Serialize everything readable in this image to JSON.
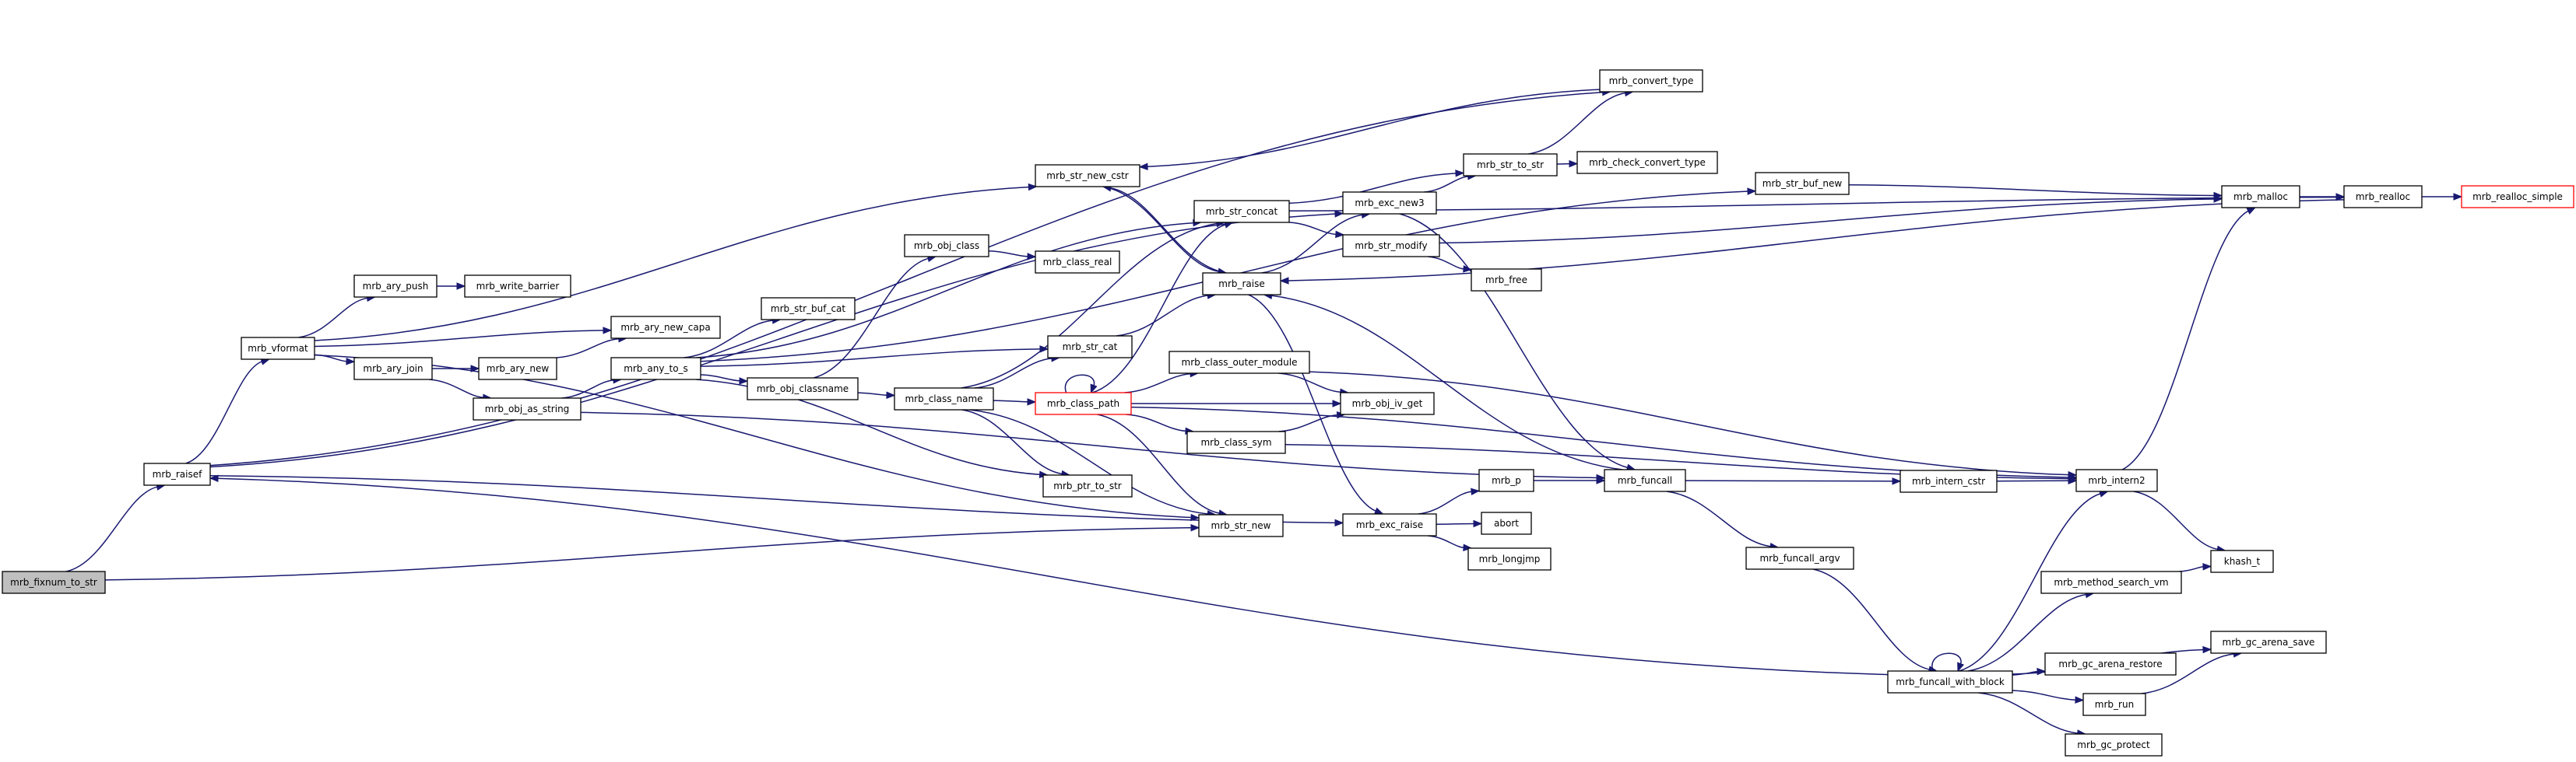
{
  "graph": {
    "kind": "doxygen-call-graph",
    "colors": {
      "edge": "#191970",
      "node_border": "#000000",
      "truncated_border": "#ff0000",
      "root_fill": "#bfbfbf",
      "node_fill": "#ffffff"
    },
    "nodes": [
      {
        "id": "mrb_fixnum_to_str",
        "label": "mrb_fixnum_to_str",
        "root": true
      },
      {
        "id": "mrb_raisef",
        "label": "mrb_raisef"
      },
      {
        "id": "mrb_vformat",
        "label": "mrb_vformat"
      },
      {
        "id": "mrb_ary_push",
        "label": "mrb_ary_push"
      },
      {
        "id": "mrb_write_barrier",
        "label": "mrb_write_barrier"
      },
      {
        "id": "mrb_ary_new_capa",
        "label": "mrb_ary_new_capa"
      },
      {
        "id": "mrb_ary_join",
        "label": "mrb_ary_join"
      },
      {
        "id": "mrb_ary_new",
        "label": "mrb_ary_new"
      },
      {
        "id": "mrb_obj_as_string",
        "label": "mrb_obj_as_string"
      },
      {
        "id": "mrb_any_to_s",
        "label": "mrb_any_to_s"
      },
      {
        "id": "mrb_str_buf_cat",
        "label": "mrb_str_buf_cat"
      },
      {
        "id": "mrb_obj_classname",
        "label": "mrb_obj_classname"
      },
      {
        "id": "mrb_obj_class",
        "label": "mrb_obj_class"
      },
      {
        "id": "mrb_class_real",
        "label": "mrb_class_real"
      },
      {
        "id": "mrb_class_name",
        "label": "mrb_class_name"
      },
      {
        "id": "mrb_str_cat",
        "label": "mrb_str_cat"
      },
      {
        "id": "mrb_ptr_to_str",
        "label": "mrb_ptr_to_str"
      },
      {
        "id": "mrb_str_new",
        "label": "mrb_str_new"
      },
      {
        "id": "mrb_str_new_cstr",
        "label": "mrb_str_new_cstr"
      },
      {
        "id": "mrb_str_concat",
        "label": "mrb_str_concat"
      },
      {
        "id": "mrb_raise",
        "label": "mrb_raise"
      },
      {
        "id": "mrb_class_path",
        "label": "mrb_class_path",
        "truncated": true
      },
      {
        "id": "mrb_class_outer_module",
        "label": "mrb_class_outer_module"
      },
      {
        "id": "mrb_obj_iv_get",
        "label": "mrb_obj_iv_get"
      },
      {
        "id": "mrb_class_sym",
        "label": "mrb_class_sym"
      },
      {
        "id": "mrb_exc_new3",
        "label": "mrb_exc_new3"
      },
      {
        "id": "mrb_str_modify",
        "label": "mrb_str_modify"
      },
      {
        "id": "mrb_free",
        "label": "mrb_free"
      },
      {
        "id": "mrb_convert_type",
        "label": "mrb_convert_type"
      },
      {
        "id": "mrb_str_to_str",
        "label": "mrb_str_to_str"
      },
      {
        "id": "mrb_check_convert_type",
        "label": "mrb_check_convert_type"
      },
      {
        "id": "mrb_str_buf_new",
        "label": "mrb_str_buf_new"
      },
      {
        "id": "mrb_exc_raise",
        "label": "mrb_exc_raise"
      },
      {
        "id": "mrb_p",
        "label": "mrb_p"
      },
      {
        "id": "abort",
        "label": "abort"
      },
      {
        "id": "mrb_longjmp",
        "label": "mrb_longjmp"
      },
      {
        "id": "mrb_funcall",
        "label": "mrb_funcall"
      },
      {
        "id": "mrb_intern_cstr",
        "label": "mrb_intern_cstr"
      },
      {
        "id": "mrb_intern2",
        "label": "mrb_intern2"
      },
      {
        "id": "mrb_funcall_argv",
        "label": "mrb_funcall_argv"
      },
      {
        "id": "mrb_funcall_with_block",
        "label": "mrb_funcall_with_block"
      },
      {
        "id": "mrb_method_search_vm",
        "label": "mrb_method_search_vm"
      },
      {
        "id": "khash_t",
        "label": "khash_t"
      },
      {
        "id": "mrb_gc_arena_save",
        "label": "mrb_gc_arena_save"
      },
      {
        "id": "mrb_gc_arena_restore",
        "label": "mrb_gc_arena_restore"
      },
      {
        "id": "mrb_run",
        "label": "mrb_run"
      },
      {
        "id": "mrb_gc_protect",
        "label": "mrb_gc_protect"
      },
      {
        "id": "mrb_malloc",
        "label": "mrb_malloc"
      },
      {
        "id": "mrb_realloc",
        "label": "mrb_realloc"
      },
      {
        "id": "mrb_realloc_simple",
        "label": "mrb_realloc_simple",
        "truncated": true
      }
    ],
    "edges": [
      [
        "mrb_fixnum_to_str",
        "mrb_raisef"
      ],
      [
        "mrb_fixnum_to_str",
        "mrb_str_new"
      ],
      [
        "mrb_raisef",
        "mrb_vformat"
      ],
      [
        "mrb_raisef",
        "mrb_convert_type"
      ],
      [
        "mrb_raisef",
        "mrb_exc_new3"
      ],
      [
        "mrb_raisef",
        "mrb_exc_raise"
      ],
      [
        "mrb_vformat",
        "mrb_ary_push"
      ],
      [
        "mrb_vformat",
        "mrb_ary_new_capa"
      ],
      [
        "mrb_vformat",
        "mrb_ary_join"
      ],
      [
        "mrb_vformat",
        "mrb_str_new"
      ],
      [
        "mrb_vformat",
        "mrb_str_new_cstr"
      ],
      [
        "mrb_ary_push",
        "mrb_write_barrier"
      ],
      [
        "mrb_ary_join",
        "mrb_ary_new"
      ],
      [
        "mrb_ary_join",
        "mrb_obj_as_string"
      ],
      [
        "mrb_ary_new",
        "mrb_ary_new_capa"
      ],
      [
        "mrb_obj_as_string",
        "mrb_any_to_s"
      ],
      [
        "mrb_obj_as_string",
        "mrb_funcall"
      ],
      [
        "mrb_any_to_s",
        "mrb_str_buf_cat"
      ],
      [
        "mrb_any_to_s",
        "mrb_obj_classname"
      ],
      [
        "mrb_any_to_s",
        "mrb_str_cat"
      ],
      [
        "mrb_any_to_s",
        "mrb_ptr_to_str"
      ],
      [
        "mrb_any_to_s",
        "mrb_str_concat"
      ],
      [
        "mrb_any_to_s",
        "mrb_str_buf_new"
      ],
      [
        "mrb_obj_classname",
        "mrb_obj_class"
      ],
      [
        "mrb_obj_classname",
        "mrb_class_name"
      ],
      [
        "mrb_obj_class",
        "mrb_class_real"
      ],
      [
        "mrb_class_name",
        "mrb_str_cat"
      ],
      [
        "mrb_class_name",
        "mrb_ptr_to_str"
      ],
      [
        "mrb_class_name",
        "mrb_str_new"
      ],
      [
        "mrb_class_name",
        "mrb_class_path"
      ],
      [
        "mrb_class_name",
        "mrb_str_concat"
      ],
      [
        "mrb_str_cat",
        "mrb_raise"
      ],
      [
        "mrb_class_path",
        "mrb_class_path"
      ],
      [
        "mrb_class_path",
        "mrb_class_outer_module"
      ],
      [
        "mrb_class_path",
        "mrb_obj_iv_get"
      ],
      [
        "mrb_class_path",
        "mrb_class_sym"
      ],
      [
        "mrb_class_path",
        "mrb_str_new"
      ],
      [
        "mrb_class_path",
        "mrb_intern2"
      ],
      [
        "mrb_class_path",
        "mrb_str_concat"
      ],
      [
        "mrb_class_outer_module",
        "mrb_obj_iv_get"
      ],
      [
        "mrb_class_outer_module",
        "mrb_intern2"
      ],
      [
        "mrb_class_sym",
        "mrb_obj_iv_get"
      ],
      [
        "mrb_class_sym",
        "mrb_intern2"
      ],
      [
        "mrb_str_new_cstr",
        "mrb_raise"
      ],
      [
        "mrb_str_concat",
        "mrb_str_to_str"
      ],
      [
        "mrb_str_concat",
        "mrb_str_modify"
      ],
      [
        "mrb_str_concat",
        "mrb_realloc"
      ],
      [
        "mrb_raise",
        "mrb_str_new_cstr"
      ],
      [
        "mrb_raise",
        "mrb_exc_new3"
      ],
      [
        "mrb_raise",
        "mrb_exc_raise"
      ],
      [
        "mrb_exc_new3",
        "mrb_str_to_str"
      ],
      [
        "mrb_exc_new3",
        "mrb_funcall"
      ],
      [
        "mrb_str_to_str",
        "mrb_convert_type"
      ],
      [
        "mrb_str_to_str",
        "mrb_check_convert_type"
      ],
      [
        "mrb_convert_type",
        "mrb_str_new_cstr"
      ],
      [
        "mrb_str_modify",
        "mrb_free"
      ],
      [
        "mrb_str_modify",
        "mrb_malloc"
      ],
      [
        "mrb_str_buf_new",
        "mrb_malloc"
      ],
      [
        "mrb_exc_raise",
        "mrb_p"
      ],
      [
        "mrb_exc_raise",
        "abort"
      ],
      [
        "mrb_exc_raise",
        "mrb_longjmp"
      ],
      [
        "mrb_p",
        "mrb_funcall"
      ],
      [
        "mrb_funcall",
        "mrb_raise"
      ],
      [
        "mrb_funcall",
        "mrb_intern_cstr"
      ],
      [
        "mrb_funcall",
        "mrb_funcall_argv"
      ],
      [
        "mrb_intern_cstr",
        "mrb_intern2"
      ],
      [
        "mrb_funcall_argv",
        "mrb_funcall_with_block"
      ],
      [
        "mrb_funcall_with_block",
        "mrb_raisef"
      ],
      [
        "mrb_funcall_with_block",
        "mrb_funcall_with_block"
      ],
      [
        "mrb_funcall_with_block",
        "mrb_intern2"
      ],
      [
        "mrb_funcall_with_block",
        "mrb_method_search_vm"
      ],
      [
        "mrb_funcall_with_block",
        "mrb_gc_arena_save"
      ],
      [
        "mrb_funcall_with_block",
        "mrb_gc_arena_restore"
      ],
      [
        "mrb_funcall_with_block",
        "mrb_run"
      ],
      [
        "mrb_funcall_with_block",
        "mrb_gc_protect"
      ],
      [
        "mrb_method_search_vm",
        "khash_t"
      ],
      [
        "mrb_run",
        "mrb_gc_arena_save"
      ],
      [
        "mrb_intern2",
        "khash_t"
      ],
      [
        "mrb_intern2",
        "mrb_malloc"
      ],
      [
        "mrb_malloc",
        "mrb_realloc"
      ],
      [
        "mrb_realloc",
        "mrb_raise"
      ],
      [
        "mrb_realloc",
        "mrb_realloc_simple"
      ]
    ]
  }
}
